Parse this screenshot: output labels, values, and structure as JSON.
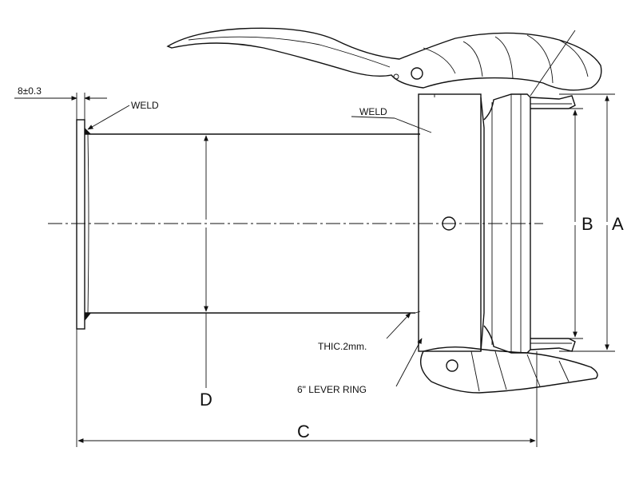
{
  "drawing": {
    "dimension_tolerance": "8±0.3",
    "weld_left": "WELD",
    "weld_top": "WELD",
    "thickness_note": "THIC.2mm.",
    "lever_ring_note": "6\" LEVER RING",
    "dim_a": "A",
    "dim_b": "B",
    "dim_c": "C",
    "dim_d": "D"
  }
}
